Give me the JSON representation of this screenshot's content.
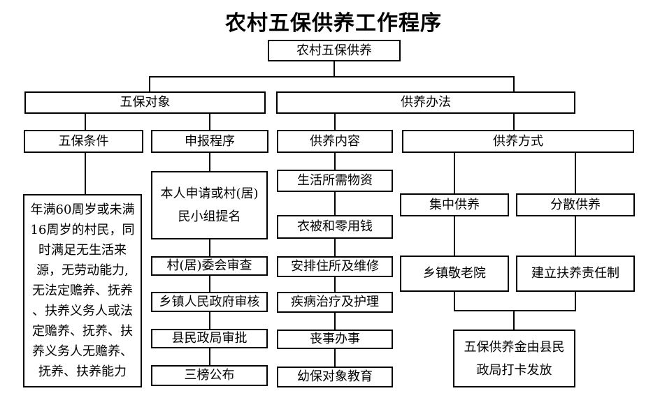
{
  "title": "农村五保供养工作程序",
  "root": {
    "label": "农村五保供养"
  },
  "level2": {
    "duixiang": "五保对象",
    "banfa": "供养办法"
  },
  "headers": {
    "tiaojian": "五保条件",
    "shenbao": "申报程序",
    "neirong": "供养内容",
    "fangshi": "供养方式"
  },
  "tiaojian": {
    "detail": "年满60周岁或未满\n16周岁的村民，同\n时满足无生活来\n源，无劳动能力,\n无法定赡养、抚养\n、扶养义务人或法\n定赡养、抚养、扶\n养义务人无赡养、\n抚养、扶养能力"
  },
  "shenbao": {
    "steps": [
      "本人申请或村(居)\n民小组提名",
      "村(居)委会审查",
      "乡镇人民政府审核",
      "县民政局审批",
      "三榜公布"
    ]
  },
  "neirong": {
    "items": [
      "生活所需物资",
      "衣被和零用钱",
      "安排住所及维修",
      "疾病治疗及护理",
      "丧事办事",
      "幼保对象教育"
    ]
  },
  "fangshi": {
    "jizhong": "集中供养",
    "fensan": "分散供养",
    "jinglaoyuan": "乡镇敬老院",
    "zerenzhi": "建立扶养责任制",
    "payment": "五保供养金由县民\n政局打卡发放"
  },
  "colors": {
    "line": "#000000",
    "box_border": "#000000",
    "background": "#ffffff"
  }
}
